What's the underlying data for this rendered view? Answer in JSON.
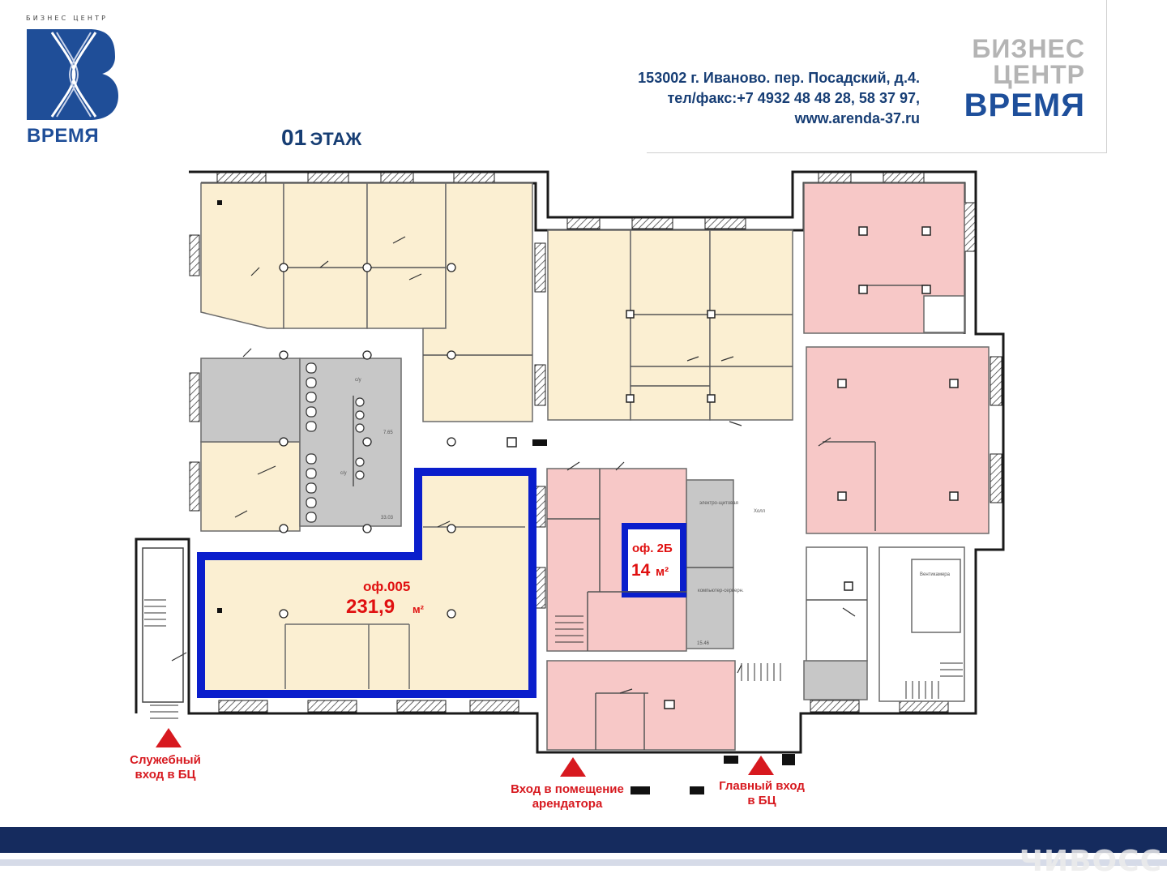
{
  "logo": {
    "caption": "БИЗНЕС ЦЕНТР",
    "word": "ВРЕМЯ",
    "color": "#1f4e98"
  },
  "floor_title": {
    "number": "01",
    "word": "ЭТАЖ"
  },
  "contacts": {
    "address": "153002 г. Иваново. пер. Посадский, д.4.",
    "phone": "тел/факс:+7 4932 48 48 28, 58 37 97,",
    "website": "www.arenda-37.ru"
  },
  "brand": {
    "line1": "БИЗНЕС",
    "line2": "ЦЕНТР",
    "line3": "ВРЕМЯ"
  },
  "offices": {
    "office_005": {
      "label": "оф.005",
      "area": "231,9",
      "unit": "м²"
    },
    "office_2b": {
      "label": "оф. 2Б",
      "area": "14",
      "unit": "м²"
    }
  },
  "room_labels": {
    "hall": "Холл",
    "electro": "электро-щитовая",
    "computer": "компьютер-серверн.",
    "vent": "Вентикамера",
    "wc1": "с/у",
    "wc2": "с/у",
    "area_a": "15.46",
    "area_b": "33.03",
    "area_c": "7.65"
  },
  "entrances": {
    "service": {
      "line1": "Служебный",
      "line2": "вход в БЦ"
    },
    "tenant": {
      "line1": "Вход в помещение",
      "line2": "арендатора"
    },
    "main": {
      "line1": "Главный вход",
      "line2": "в БЦ"
    }
  },
  "watermark": "ЧИВОСС",
  "colors": {
    "yellow_room": "#fbefd2",
    "pink_room": "#f7c8c7",
    "grey_room": "#c7c7c7",
    "highlight": "#0a1ecc",
    "entrance_red": "#d7191f",
    "footer": "#152b5e"
  }
}
